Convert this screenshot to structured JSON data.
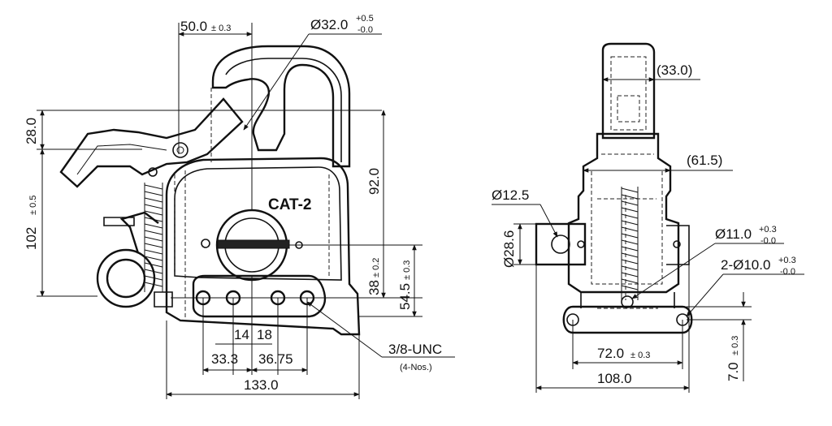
{
  "side_view": {
    "label": "CAT-2",
    "dims": {
      "w50": "50.0",
      "w50_tol": "± 0.3",
      "dia32": "Ø32.0",
      "dia32_tol_up": "+0.5",
      "dia32_tol_dn": "-0.0",
      "h28": "28.0",
      "h102": "102",
      "h102_tol": "± 0.5",
      "h92": "92.0",
      "h38": "38",
      "h38_tol": "± 0.2",
      "h54": "54.5",
      "h54_tol": "± 0.3",
      "d14": "14",
      "d18": "18",
      "d33": "33.3",
      "d36": "36.75",
      "w133": "133.0",
      "thread": "3/8-UNC",
      "thread_qty": "(4-Nos.)"
    }
  },
  "front_view": {
    "dims": {
      "w33": "(33.0)",
      "w61": "(61.5)",
      "dia12": "Ø12.5",
      "h28_6": "Ø28.6",
      "dia11": "Ø11.0",
      "dia11_tol_up": "+0.3",
      "dia11_tol_dn": "-0.0",
      "dia10": "2-Ø10.0",
      "dia10_tol_up": "+0.3",
      "dia10_tol_dn": "-0.0",
      "w72": "72.0",
      "w72_tol": "± 0.3",
      "w108": "108.0",
      "h7": "7.0",
      "h7_tol": "± 0.3"
    }
  }
}
